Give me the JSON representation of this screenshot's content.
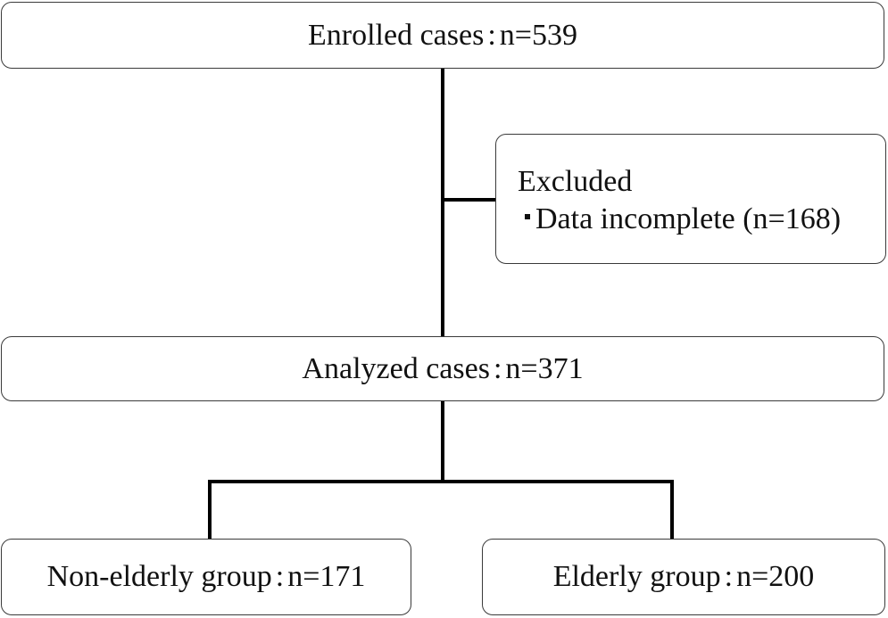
{
  "flowchart": {
    "enrolled": {
      "label": "Enrolled cases",
      "separator": ":",
      "count": "n=539"
    },
    "excluded": {
      "title": "Excluded",
      "bullet": "▪",
      "reason": "Data incomplete (n=168)"
    },
    "analyzed": {
      "label": "Analyzed cases",
      "separator": ":",
      "count": "n=371"
    },
    "non_elderly": {
      "label": "Non-elderly group",
      "separator": ":",
      "count": "n=171"
    },
    "elderly": {
      "label": "Elderly group",
      "separator": ":",
      "count": "n=200"
    }
  }
}
